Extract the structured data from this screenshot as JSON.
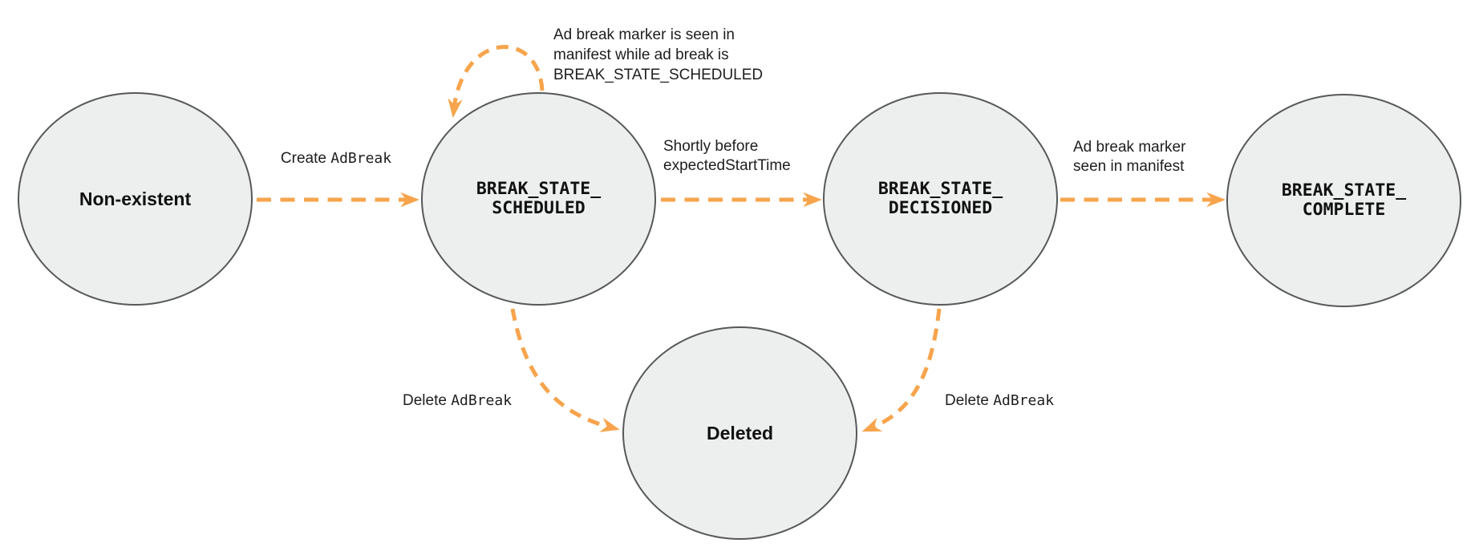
{
  "colors": {
    "arrow_orange": "#F7A44C",
    "state_fill": "#EDEEEE",
    "state_border": "#57585A",
    "label_text": "#1E1E1E"
  },
  "states": {
    "non_existent": {
      "label": "Non-existent"
    },
    "scheduled": {
      "line1": "BREAK_STATE_",
      "line2": "SCHEDULED"
    },
    "decisioned": {
      "line1": "BREAK_STATE_",
      "line2": "DECISIONED"
    },
    "complete": {
      "line1": "BREAK_STATE_",
      "line2": "COMPLETE"
    },
    "deleted": {
      "label": "Deleted"
    }
  },
  "transitions": {
    "create": {
      "pre": "Create ",
      "code": "AdBreak"
    },
    "self_loop": {
      "line1": "Ad break marker is seen in",
      "line2": "manifest while ad break is",
      "code_line": "BREAK_STATE_SCHEDULED"
    },
    "shortly_before": {
      "line1": "Shortly before",
      "code_line": "expectedStartTime"
    },
    "marker_seen": {
      "line1": "Ad break marker",
      "line2": "seen in manifest"
    },
    "delete_left": {
      "pre": "Delete ",
      "code": "AdBreak"
    },
    "delete_right": {
      "pre": "Delete ",
      "code": "AdBreak"
    }
  }
}
